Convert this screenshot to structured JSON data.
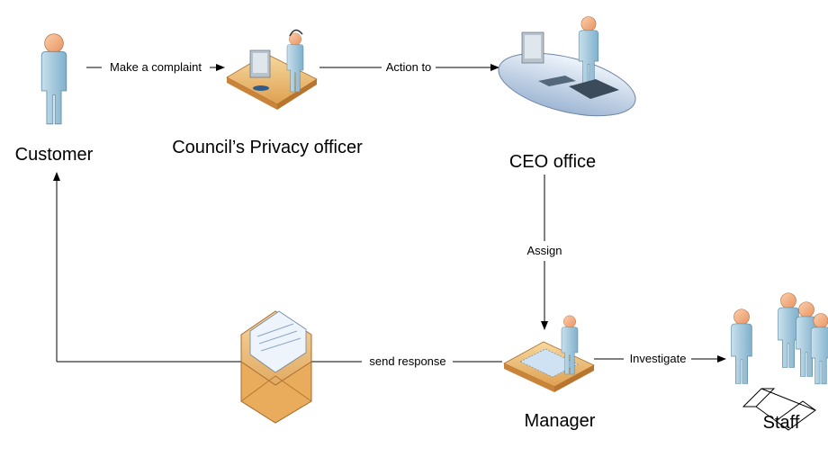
{
  "nodes": {
    "customer": {
      "label": "Customer"
    },
    "privacy_officer": {
      "label": "Council’s Privacy officer"
    },
    "ceo_office": {
      "label": "CEO office"
    },
    "manager": {
      "label": "Manager"
    },
    "staff": {
      "label": "Staff"
    }
  },
  "edges": {
    "complaint": {
      "label": "Make a complaint"
    },
    "action": {
      "label": "Action to"
    },
    "assign": {
      "label": "Assign"
    },
    "investigate": {
      "label": "Investigate"
    },
    "response": {
      "label": "send response"
    }
  },
  "icons": {
    "customer": "person-icon",
    "privacy_officer": "desk-operator-icon",
    "ceo_office": "executive-desk-icon",
    "manager": "manager-desk-icon",
    "staff": "staff-group-icon",
    "response": "envelope-icon"
  },
  "colors": {
    "person_fill": "#9ec7dc",
    "skin": "#f2b48a",
    "desk": "#e3a855",
    "desk_top": "#f5cf8d",
    "line": "#000000"
  }
}
